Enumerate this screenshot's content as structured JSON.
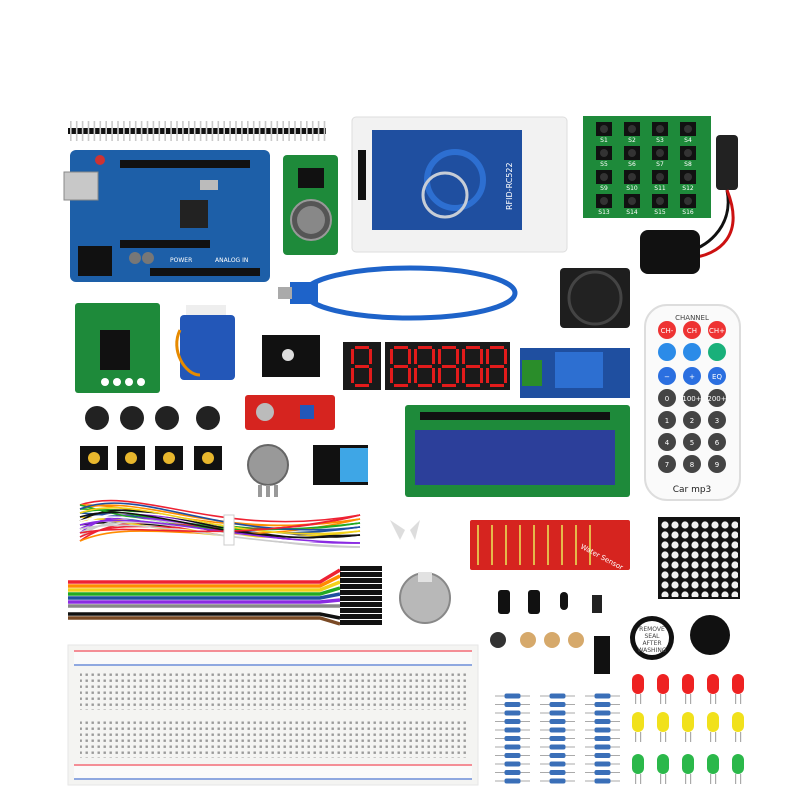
{
  "colors": {
    "uno_board": "#1d5fa8",
    "pcb_green": "#1e8a3a",
    "pcb_blue": "#1f4fa0",
    "pcb_red": "#d6241f",
    "lcd_blue": "#2c3f9a",
    "segment_red": "#e21b1b",
    "usb_cable": "#1e63c9",
    "breadboard": "#f4f4f2"
  },
  "components": {
    "rfid_label": "RFID-RC522",
    "uno_power_label": "POWER",
    "uno_analog_label": "ANALOG IN",
    "keypad_keys": [
      "S1",
      "S2",
      "S3",
      "S4",
      "S5",
      "S6",
      "S7",
      "S8",
      "S9",
      "S10",
      "S11",
      "S12",
      "S13",
      "S14",
      "S15",
      "S16"
    ],
    "remote": {
      "header": "CHANNEL",
      "row1": [
        "CH-",
        "CH",
        "CH+"
      ],
      "row3": [
        "−",
        "+",
        "EQ"
      ],
      "row4": [
        "0",
        "100+",
        "200+"
      ],
      "digits": [
        "1",
        "2",
        "3",
        "4",
        "5",
        "6",
        "7",
        "8",
        "9"
      ],
      "brand": "Car mp3"
    },
    "water_sensor_label": "Water Sensor",
    "buzzer_sticker": [
      "REMOVE",
      "SEAL",
      "AFTER",
      "WASHING"
    ]
  }
}
